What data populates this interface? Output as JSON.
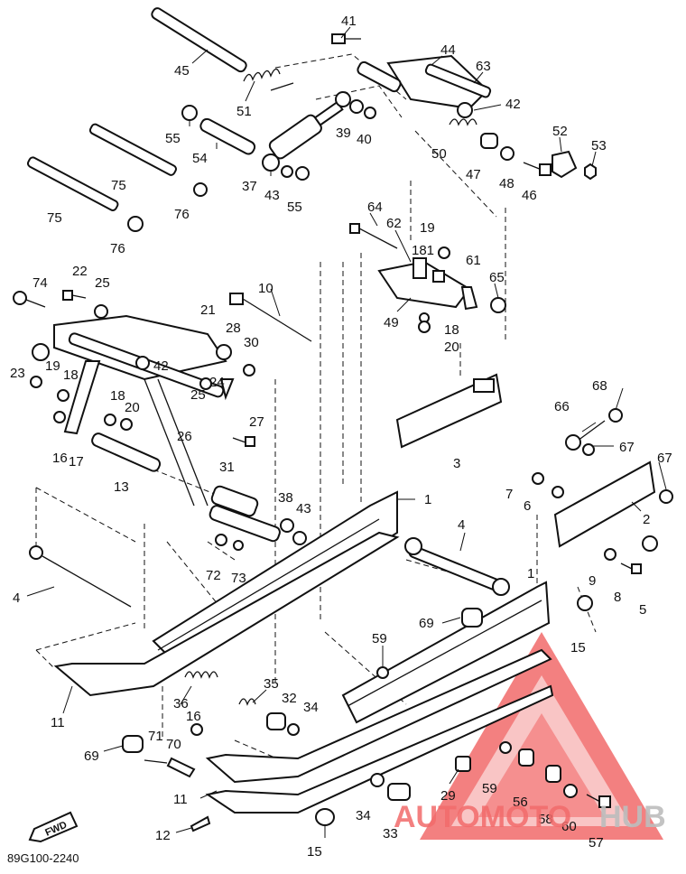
{
  "diagram": {
    "catalog_code": "89G100-2240",
    "fwd_marker": "FWD",
    "callouts": [
      {
        "id": "c45",
        "text": "45"
      },
      {
        "id": "c51",
        "text": "51"
      },
      {
        "id": "c41",
        "text": "41"
      },
      {
        "id": "c44",
        "text": "44"
      },
      {
        "id": "c63",
        "text": "63"
      },
      {
        "id": "c42a",
        "text": "42"
      },
      {
        "id": "c55a",
        "text": "55"
      },
      {
        "id": "c54",
        "text": "54"
      },
      {
        "id": "c37",
        "text": "37"
      },
      {
        "id": "c43a",
        "text": "43"
      },
      {
        "id": "c55b",
        "text": "55"
      },
      {
        "id": "c39",
        "text": "39"
      },
      {
        "id": "c40",
        "text": "40"
      },
      {
        "id": "c50",
        "text": "50"
      },
      {
        "id": "c47",
        "text": "47"
      },
      {
        "id": "c48",
        "text": "48"
      },
      {
        "id": "c46",
        "text": "46"
      },
      {
        "id": "c52",
        "text": "52"
      },
      {
        "id": "c53",
        "text": "53"
      },
      {
        "id": "c75a",
        "text": "75"
      },
      {
        "id": "c75b",
        "text": "75"
      },
      {
        "id": "c76a",
        "text": "76"
      },
      {
        "id": "c76b",
        "text": "76"
      },
      {
        "id": "c64",
        "text": "64"
      },
      {
        "id": "c62",
        "text": "62"
      },
      {
        "id": "c19a",
        "text": "19"
      },
      {
        "id": "c181",
        "text": "181"
      },
      {
        "id": "c61",
        "text": "61"
      },
      {
        "id": "c65",
        "text": "65"
      },
      {
        "id": "c49",
        "text": "49"
      },
      {
        "id": "c18a",
        "text": "18"
      },
      {
        "id": "c20a",
        "text": "20"
      },
      {
        "id": "c74",
        "text": "74"
      },
      {
        "id": "c22",
        "text": "22"
      },
      {
        "id": "c25a",
        "text": "25"
      },
      {
        "id": "c10",
        "text": "10"
      },
      {
        "id": "c21",
        "text": "21"
      },
      {
        "id": "c28",
        "text": "28"
      },
      {
        "id": "c30",
        "text": "30"
      },
      {
        "id": "c23",
        "text": "23"
      },
      {
        "id": "c19b",
        "text": "19"
      },
      {
        "id": "c18b",
        "text": "18"
      },
      {
        "id": "c42b",
        "text": "42"
      },
      {
        "id": "c25b",
        "text": "25"
      },
      {
        "id": "c24",
        "text": "24"
      },
      {
        "id": "c18c",
        "text": "18"
      },
      {
        "id": "c20b",
        "text": "20"
      },
      {
        "id": "c26",
        "text": "26"
      },
      {
        "id": "c27",
        "text": "27"
      },
      {
        "id": "c16a",
        "text": "16"
      },
      {
        "id": "c17",
        "text": "17"
      },
      {
        "id": "c13",
        "text": "13"
      },
      {
        "id": "c31",
        "text": "31"
      },
      {
        "id": "c38",
        "text": "38"
      },
      {
        "id": "c43b",
        "text": "43"
      },
      {
        "id": "c72",
        "text": "72"
      },
      {
        "id": "c73",
        "text": "73"
      },
      {
        "id": "c3",
        "text": "3"
      },
      {
        "id": "c1a",
        "text": "1"
      },
      {
        "id": "c68",
        "text": "68"
      },
      {
        "id": "c66",
        "text": "66"
      },
      {
        "id": "c67a",
        "text": "67"
      },
      {
        "id": "c67b",
        "text": "67"
      },
      {
        "id": "c7",
        "text": "7"
      },
      {
        "id": "c6",
        "text": "6"
      },
      {
        "id": "c2",
        "text": "2"
      },
      {
        "id": "c4a",
        "text": "4"
      },
      {
        "id": "c4b",
        "text": "4"
      },
      {
        "id": "c9",
        "text": "9"
      },
      {
        "id": "c8",
        "text": "8"
      },
      {
        "id": "c5",
        "text": "5"
      },
      {
        "id": "c1b",
        "text": "1"
      },
      {
        "id": "c15a",
        "text": "15"
      },
      {
        "id": "c69a",
        "text": "69"
      },
      {
        "id": "c59a",
        "text": "59"
      },
      {
        "id": "c11a",
        "text": "11"
      },
      {
        "id": "c36",
        "text": "36"
      },
      {
        "id": "c35",
        "text": "35"
      },
      {
        "id": "c32",
        "text": "32"
      },
      {
        "id": "c34a",
        "text": "34"
      },
      {
        "id": "c16b",
        "text": "16"
      },
      {
        "id": "c69b",
        "text": "69"
      },
      {
        "id": "c71",
        "text": "71"
      },
      {
        "id": "c70",
        "text": "70"
      },
      {
        "id": "c11b",
        "text": "11"
      },
      {
        "id": "c12",
        "text": "12"
      },
      {
        "id": "c29",
        "text": "29"
      },
      {
        "id": "c59b",
        "text": "59"
      },
      {
        "id": "c56",
        "text": "56"
      },
      {
        "id": "c58",
        "text": "58"
      },
      {
        "id": "c60",
        "text": "60"
      },
      {
        "id": "c57",
        "text": "57"
      },
      {
        "id": "c34b",
        "text": "34"
      },
      {
        "id": "c33",
        "text": "33"
      },
      {
        "id": "c15b",
        "text": "15"
      }
    ]
  },
  "watermark": {
    "part1": "AUTOMOTO",
    "part2": "HUB",
    "color_main": "#f26b6b",
    "color_accent": "#bdbdbd",
    "color_light": "#f7b3b3"
  }
}
